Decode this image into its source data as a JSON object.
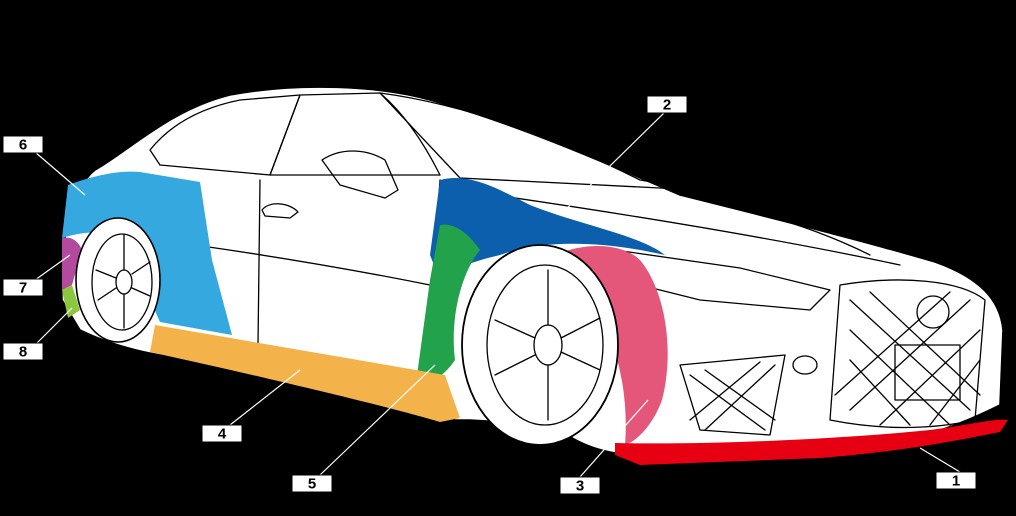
{
  "diagram": {
    "parts": [
      {
        "number": "1",
        "color": "#e60012"
      },
      {
        "number": "2",
        "color": "#0c5fad"
      },
      {
        "number": "3",
        "color": "#e5577a"
      },
      {
        "number": "4",
        "color": "#f4b24a"
      },
      {
        "number": "5",
        "color": "#22a24a"
      },
      {
        "number": "6",
        "color": "#35a8e0"
      },
      {
        "number": "7",
        "color": "#b44a9e"
      },
      {
        "number": "8",
        "color": "#8dc63f"
      }
    ]
  }
}
